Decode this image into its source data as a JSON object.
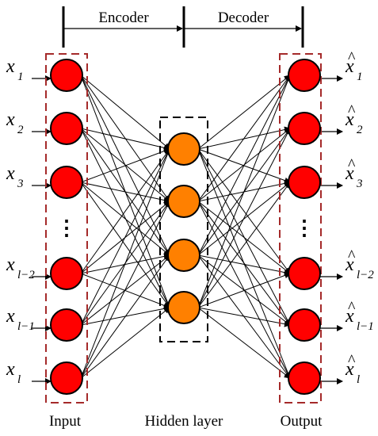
{
  "header": {
    "encoder_label": "Encoder",
    "decoder_label": "Decoder"
  },
  "captions": {
    "input": "Input",
    "hidden": "Hidden layer",
    "output": "Output"
  },
  "inputs": [
    {
      "base": "x",
      "sub": "1"
    },
    {
      "base": "x",
      "sub": "2"
    },
    {
      "base": "x",
      "sub": "3"
    },
    {
      "base": "x",
      "sub": "l−2"
    },
    {
      "base": "x",
      "sub": "l−1"
    },
    {
      "base": "x",
      "sub": "l"
    }
  ],
  "outputs": [
    {
      "base": "x",
      "hat": "^",
      "sub": "1"
    },
    {
      "base": "x",
      "hat": "^",
      "sub": "2"
    },
    {
      "base": "x",
      "hat": "^",
      "sub": "3"
    },
    {
      "base": "x",
      "hat": "^",
      "sub": "l−2"
    },
    {
      "base": "x",
      "hat": "^",
      "sub": "l−1"
    },
    {
      "base": "x",
      "hat": "^",
      "sub": "l"
    }
  ],
  "ellipsis": "⋮",
  "colors": {
    "io_node": "#ff0000",
    "hidden_node": "#ff8000",
    "box_dash": "#a52a2a",
    "hidden_box": "#000000"
  }
}
